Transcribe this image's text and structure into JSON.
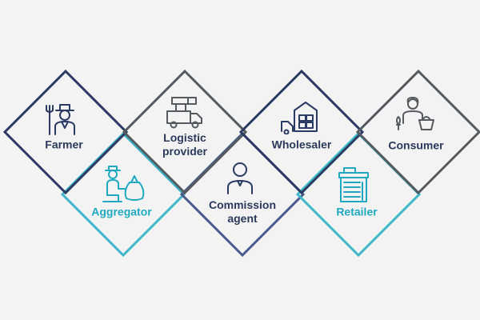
{
  "colors": {
    "background": "#f3f3f3",
    "navy": "#2b3a63",
    "gray": "#555a60",
    "slate": "#4a5a8a",
    "teal": "#3fb6c9",
    "label_dark": "#2b3a5a",
    "label_teal": "#1fa8c0"
  },
  "nodes": [
    {
      "id": "farmer",
      "lines": [
        "Farmer"
      ],
      "icon": "farmer-icon",
      "border": "navy"
    },
    {
      "id": "aggregator",
      "lines": [
        "Aggregator"
      ],
      "icon": "aggregator-icon",
      "border": "teal"
    },
    {
      "id": "logistic-provider",
      "lines": [
        "Logistic",
        "provider"
      ],
      "icon": "truck-icon",
      "border": "gray"
    },
    {
      "id": "commission-agent",
      "lines": [
        "Commission",
        "agent"
      ],
      "icon": "agent-icon",
      "border": "slate"
    },
    {
      "id": "wholesaler",
      "lines": [
        "Wholesaler"
      ],
      "icon": "warehouse-truck-icon",
      "border": "navy"
    },
    {
      "id": "retailer",
      "lines": [
        "Retailer"
      ],
      "icon": "shop-icon",
      "border": "teal"
    },
    {
      "id": "consumer",
      "lines": [
        "Consumer"
      ],
      "icon": "shopper-icon",
      "border": "gray"
    }
  ]
}
